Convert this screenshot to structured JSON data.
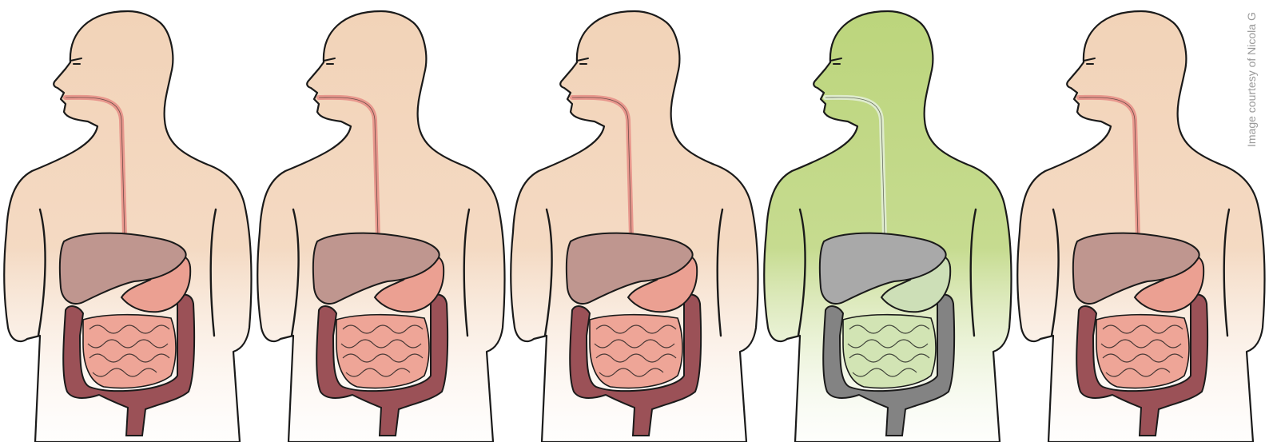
{
  "figures": [
    {
      "id": "figure-1",
      "highlighted": false
    },
    {
      "id": "figure-2",
      "highlighted": false
    },
    {
      "id": "figure-3",
      "highlighted": false
    },
    {
      "id": "figure-4",
      "highlighted": true
    },
    {
      "id": "figure-5",
      "highlighted": false
    }
  ],
  "palette": {
    "skin_top": "#f2d3b8",
    "skin_bottom": "#fdf5ef",
    "esophagus": "#e8978d",
    "liver": "#bf968f",
    "stomach": "#eba092",
    "small_intestine": "#eea597",
    "large_intestine": "#9b5157",
    "outline": "#1a1a1a",
    "highlight_top": "#bcd57c",
    "highlight_bottom": "#f4f8ea",
    "highlight_liver": "#a9a9a9",
    "highlight_stomach": "#cddfb7",
    "highlight_small_intestine": "#d2e4b4",
    "highlight_large_intestine": "#838383",
    "highlight_esophagus": "#dfeccd"
  },
  "credit": {
    "text": "Image courtesy of Nicola G"
  }
}
